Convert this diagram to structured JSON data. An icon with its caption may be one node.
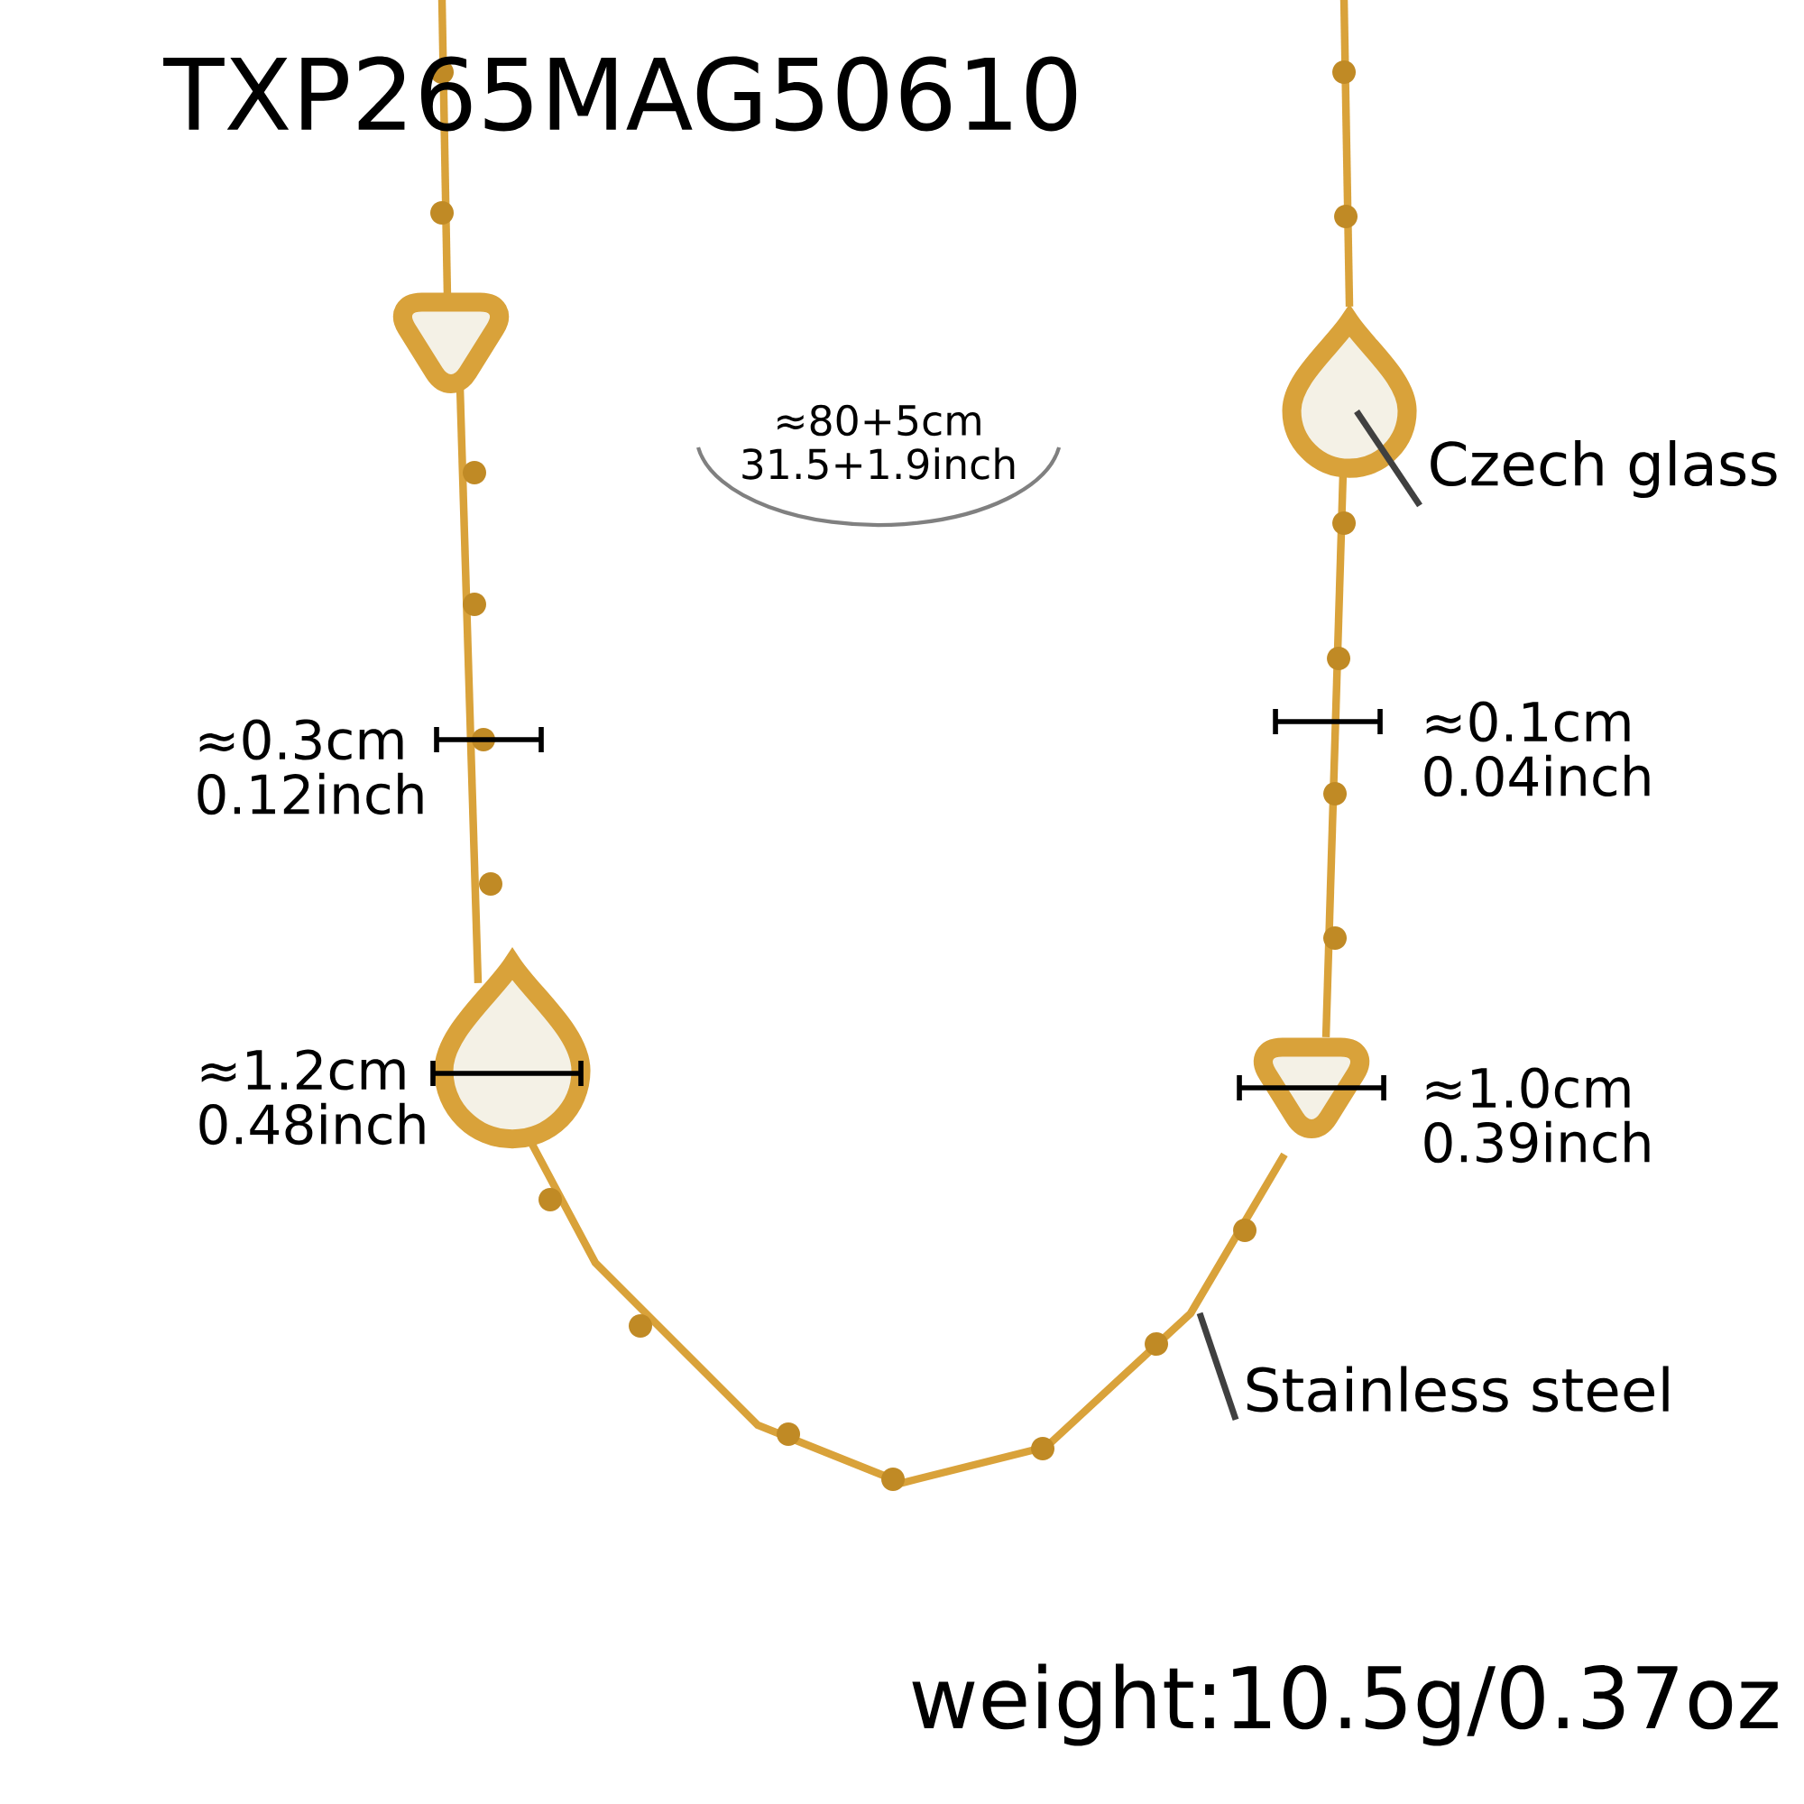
{
  "diagram": {
    "nodes": [
      {
        "text": [
          "Czech glass"
        ]
      },
      {
        "text": [
          "Stainless steel"
        ]
      }
    ],
    "edges": [
      {
        "from": 0,
        "to": null,
        "arrow": "none"
      },
      {
        "from": 1,
        "to": null,
        "arrow": "none"
      }
    ],
    "labels": [
      "TXP265MAG50610",
      "≈80+5cm",
      "31.5+1.9inch",
      "≈0.3cm",
      "0.12inch",
      "≈0.1cm",
      "0.04inch",
      "≈1.2cm",
      "0.48inch",
      "≈1.0cm",
      "0.39inch",
      "weight:10.5g/0.37oz"
    ]
  }
}
